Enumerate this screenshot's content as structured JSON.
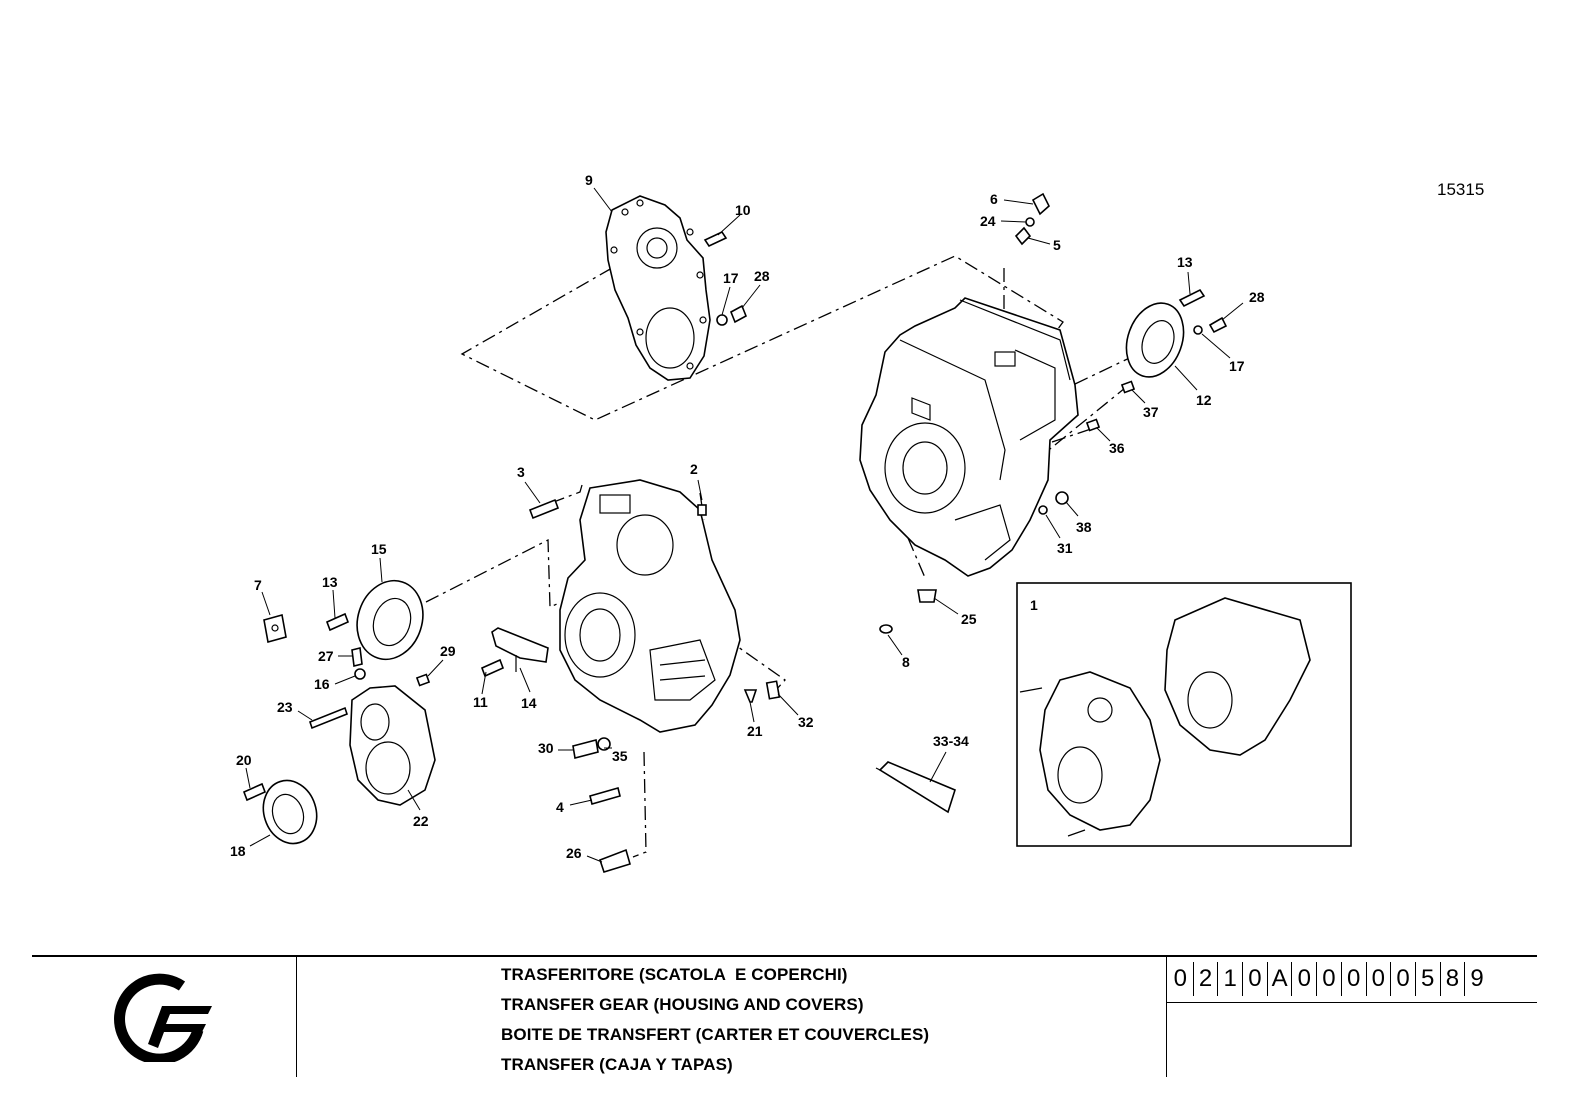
{
  "drawing_number": "15315",
  "inset_label": "1",
  "callouts": {
    "c9": "9",
    "c10": "10",
    "c17a": "17",
    "c28a": "28",
    "c6": "6",
    "c24": "24",
    "c5": "5",
    "c13a": "13",
    "c28b": "28",
    "c17b": "17",
    "c12": "12",
    "c37": "37",
    "c36": "36",
    "c38": "38",
    "c31": "31",
    "c25": "25",
    "c8": "8",
    "c3334": "33-34",
    "c3": "3",
    "c2": "2",
    "c15": "15",
    "c7": "7",
    "c13b": "13",
    "c27": "27",
    "c16": "16",
    "c29": "29",
    "c11": "11",
    "c14": "14",
    "c23": "23",
    "c20": "20",
    "c18": "18",
    "c22": "22",
    "c30": "30",
    "c35": "35",
    "c4": "4",
    "c26": "26",
    "c21": "21",
    "c32": "32"
  },
  "titles": {
    "it": "TRASFERITORE (SCATOLA  E COPERCHI)",
    "en": "TRANSFER GEAR (HOUSING AND COVERS)",
    "fr": "BOITE DE TRANSFERT (CARTER ET COUVERCLES)",
    "es": "TRANSFER (CAJA Y TAPAS)"
  },
  "part_code_chars": [
    "0",
    "2",
    "1",
    "0",
    "A",
    "0",
    "0",
    "0",
    "0",
    "0",
    "5",
    "8",
    "9"
  ]
}
